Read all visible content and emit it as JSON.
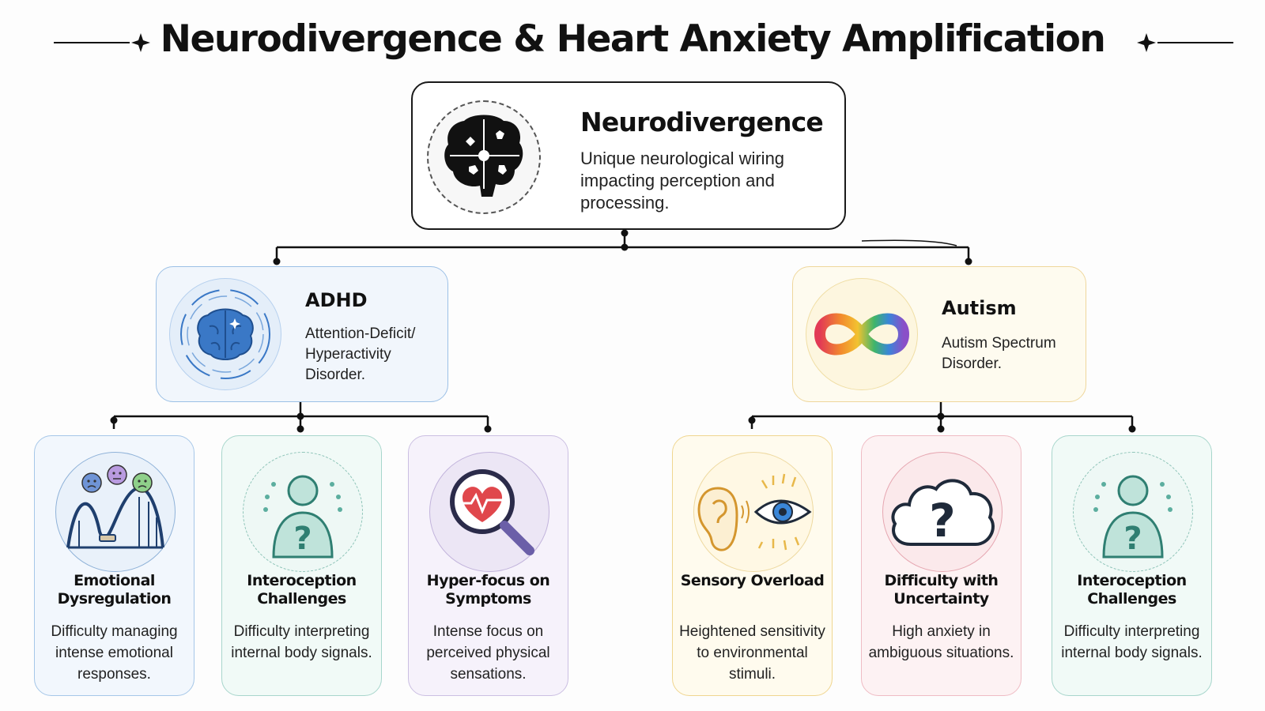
{
  "title": "Neurodivergence & Heart Anxiety Amplification",
  "root": {
    "title": "Neurodivergence",
    "description": "Unique neurological wiring impacting perception and processing."
  },
  "branches": [
    {
      "title": "ADHD",
      "description": "Attention-Deficit/ Hyperactivity Disorder.",
      "children": [
        {
          "title": "Emotional Dysregulation",
          "description": "Difficulty managing intense emotional responses."
        },
        {
          "title": "Interoception Challenges",
          "description": "Difficulty interpreting internal body signals."
        },
        {
          "title": "Hyper-focus on Symptoms",
          "description": "Intense focus on perceived physical sensations."
        }
      ]
    },
    {
      "title": "Autism",
      "description": "Autism Spectrum Disorder.",
      "children": [
        {
          "title": "Sensory Overload",
          "description": "Heightened sensitivity to environmental stimuli."
        },
        {
          "title": "Difficulty with Uncertainty",
          "description": "High anxiety in ambiguous situations."
        },
        {
          "title": "Interoception Challenges",
          "description": "Difficulty interpreting internal body signals."
        }
      ]
    }
  ],
  "icons": {
    "root": "puzzle-brain-icon",
    "adhd": "glowing-brain-icon",
    "autism": "rainbow-infinity-icon",
    "emotional": "emotion-rollercoaster-icon",
    "interoception": "person-question-icon",
    "hyperfocus": "magnifier-heart-icon",
    "sensory": "ear-eye-icon",
    "uncertainty": "cloud-question-icon"
  },
  "colors": {
    "adhd_accent": "#3a78c6",
    "autism_accent": "#e8b84a",
    "heart": "#e0474c",
    "teal": "#5cae9f"
  }
}
